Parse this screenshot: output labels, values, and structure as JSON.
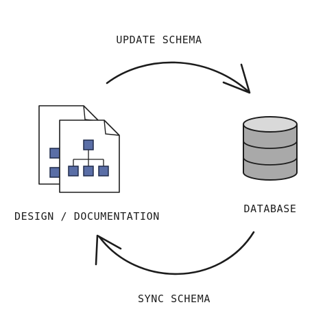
{
  "labels": {
    "update_schema": "UPDATE SCHEMA",
    "database": "DATABASE",
    "sync_schema": "SYNC SCHEMA",
    "design_documentation": "DESIGN / DOCUMENTATION"
  },
  "colors": {
    "ink": "#1c1c1c",
    "node_fill": "#5a6ea6",
    "node_stroke": "#1f2a4a",
    "db_light": "#d9d9d9",
    "db_dark": "#a9a9a9",
    "paper": "#ffffff"
  },
  "icons": {
    "documents": "document-stack-icon",
    "database": "database-cylinder-icon"
  }
}
